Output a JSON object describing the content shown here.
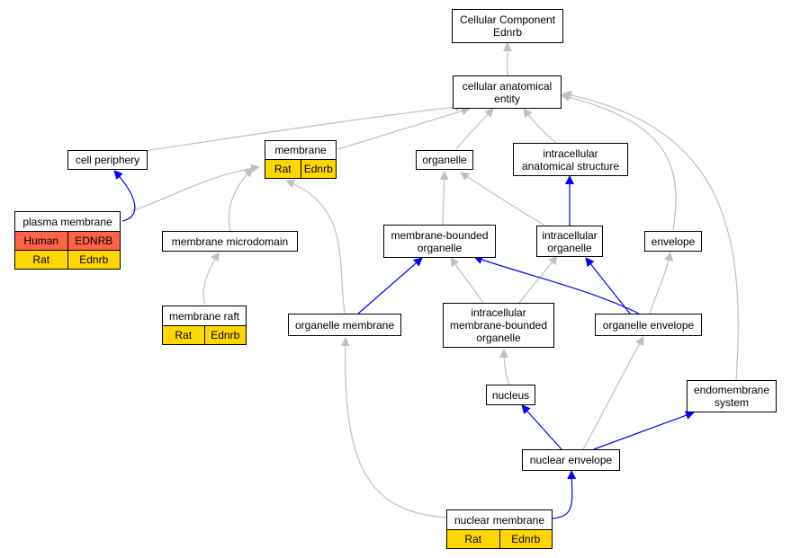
{
  "colors": {
    "grey_edge": "#c0c0c0",
    "blue_edge": "#0000ff",
    "rat": "#ffd700",
    "human": "#ff6347"
  },
  "nodes": {
    "cellular_component": "Cellular Component\nEdnrb",
    "cellular_anatomical_entity": "cellular anatomical\nentity",
    "cell_periphery": "cell periphery",
    "membrane": "membrane",
    "organelle": "organelle",
    "intracellular_anatomical_structure": "intracellular\nanatomical structure",
    "plasma_membrane": "plasma membrane",
    "membrane_microdomain": "membrane microdomain",
    "membrane_bounded_organelle": "membrane-bounded\norganelle",
    "intracellular_organelle": "intracellular\norganelle",
    "envelope": "envelope",
    "membrane_raft": "membrane raft",
    "organelle_membrane": "organelle membrane",
    "intracellular_membrane_bounded_organelle": "intracellular\nmembrane-bounded\norganelle",
    "organelle_envelope": "organelle envelope",
    "nucleus": "nucleus",
    "endomembrane_system": "endomembrane\nsystem",
    "nuclear_envelope": "nuclear envelope",
    "nuclear_membrane": "nuclear membrane"
  },
  "annotations": {
    "membrane": [
      {
        "species": "Rat",
        "gene": "Ednrb",
        "color": "#ffd700"
      }
    ],
    "plasma_membrane": [
      {
        "species": "Human",
        "gene": "EDNRB",
        "color": "#ff6347"
      },
      {
        "species": "Rat",
        "gene": "Ednrb",
        "color": "#ffd700"
      }
    ],
    "membrane_raft": [
      {
        "species": "Rat",
        "gene": "Ednrb",
        "color": "#ffd700"
      }
    ],
    "nuclear_membrane": [
      {
        "species": "Rat",
        "gene": "Ednrb",
        "color": "#ffd700"
      }
    ]
  }
}
